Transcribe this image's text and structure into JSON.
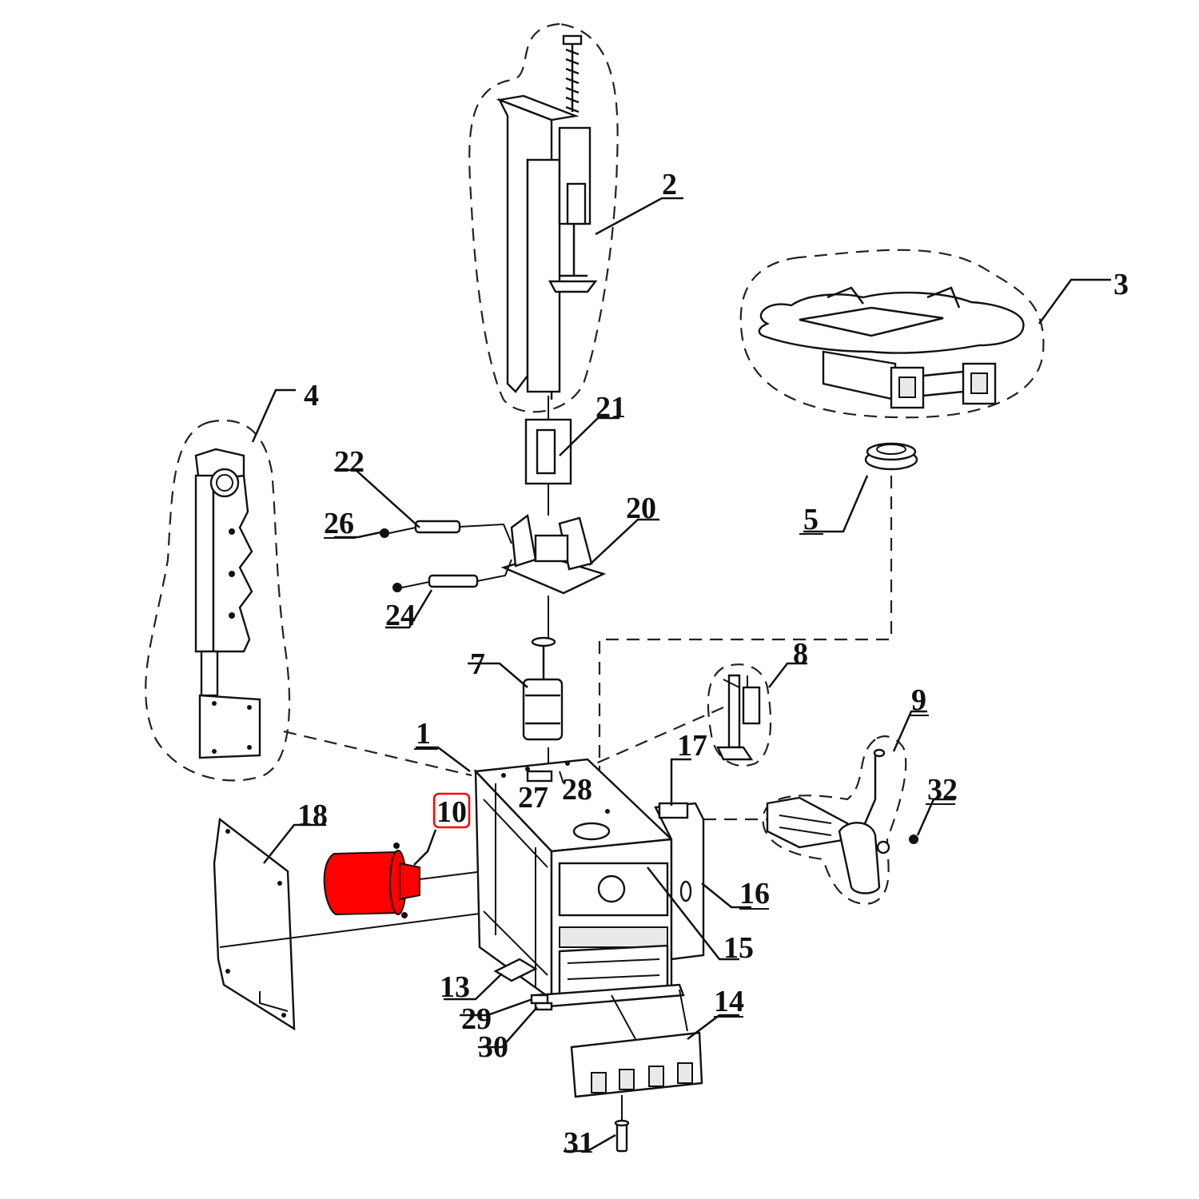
{
  "diagram": {
    "highlight_color": "#ff0000",
    "highlighted_part": "10",
    "callouts": [
      {
        "id": "c1",
        "text": "1"
      },
      {
        "id": "c2",
        "text": "2"
      },
      {
        "id": "c3",
        "text": "3"
      },
      {
        "id": "c4",
        "text": "4"
      },
      {
        "id": "c5",
        "text": "5"
      },
      {
        "id": "c7",
        "text": "7"
      },
      {
        "id": "c8",
        "text": "8"
      },
      {
        "id": "c9",
        "text": "9"
      },
      {
        "id": "c10",
        "text": "10"
      },
      {
        "id": "c13",
        "text": "13"
      },
      {
        "id": "c14",
        "text": "14"
      },
      {
        "id": "c15",
        "text": "15"
      },
      {
        "id": "c16",
        "text": "16"
      },
      {
        "id": "c17",
        "text": "17"
      },
      {
        "id": "c18",
        "text": "18"
      },
      {
        "id": "c20",
        "text": "20"
      },
      {
        "id": "c21",
        "text": "21"
      },
      {
        "id": "c22",
        "text": "22"
      },
      {
        "id": "c24",
        "text": "24"
      },
      {
        "id": "c26",
        "text": "26"
      },
      {
        "id": "c27",
        "text": "27"
      },
      {
        "id": "c28",
        "text": "28"
      },
      {
        "id": "c29",
        "text": "29"
      },
      {
        "id": "c30",
        "text": "30"
      },
      {
        "id": "c31",
        "text": "31"
      },
      {
        "id": "c32",
        "text": "32"
      }
    ]
  }
}
